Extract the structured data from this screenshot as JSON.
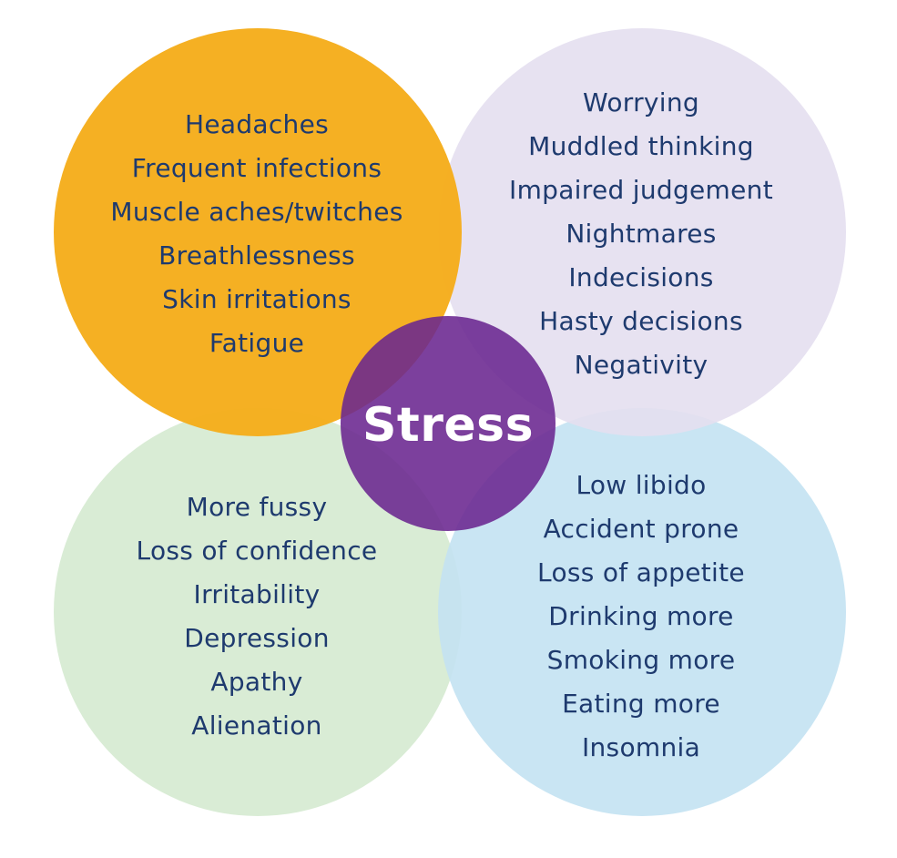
{
  "colors": {
    "text": "#1e3a6e",
    "center_text": "#ffffff",
    "orange": "#f5ad1c",
    "lavender": "#e4dff0",
    "green": "#d7ebd3",
    "blue": "#c3e2f2",
    "purple": "#6a2590"
  },
  "center": {
    "label": "Stress"
  },
  "groups": {
    "physical": {
      "items": [
        "Headaches",
        "Frequent infections",
        "Muscle aches/twitches",
        "Breathlessness",
        "Skin irritations",
        "Fatigue"
      ]
    },
    "mental": {
      "items": [
        "Worrying",
        "Muddled thinking",
        "Impaired judgement",
        "Nightmares",
        "Indecisions",
        "Hasty decisions",
        "Negativity"
      ]
    },
    "emotional": {
      "items": [
        "More fussy",
        "Loss of confidence",
        "Irritability",
        "Depression",
        "Apathy",
        "Alienation"
      ]
    },
    "behavioural": {
      "items": [
        "Low libido",
        "Accident prone",
        "Loss of appetite",
        "Drinking more",
        "Smoking more",
        "Eating more",
        "Insomnia"
      ]
    }
  }
}
